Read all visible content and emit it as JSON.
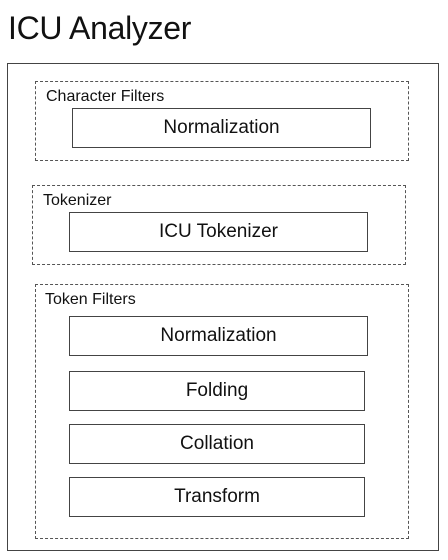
{
  "title": "ICU Analyzer",
  "groups": {
    "character_filters": {
      "label": "Character Filters",
      "stages": [
        "Normalization"
      ]
    },
    "tokenizer": {
      "label": "Tokenizer",
      "stages": [
        "ICU Tokenizer"
      ]
    },
    "token_filters": {
      "label": "Token Filters",
      "stages": [
        "Normalization",
        "Folding",
        "Collation",
        "Transform"
      ]
    }
  }
}
